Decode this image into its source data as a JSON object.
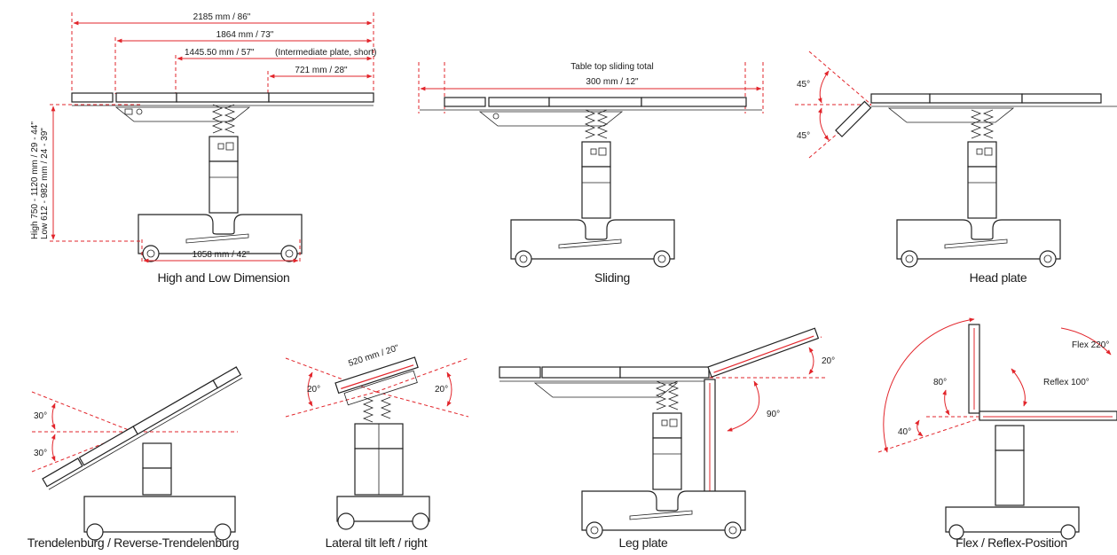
{
  "panels": {
    "high_low": {
      "caption": "High and Low Dimension",
      "dims": [
        "2185 mm / 86\"",
        "1864 mm / 73\"",
        "1445.50 mm / 57\"",
        "(Intermediate plate, short)",
        "721 mm / 28\""
      ],
      "height_high": "High 750 - 1120 mm / 29 - 44\"",
      "height_low": "Low 612 - 982 mm / 24 - 39\"",
      "base_width": "1058 mm / 42\""
    },
    "sliding": {
      "caption": "Sliding",
      "label_line1": "Table top sliding total",
      "label_line2": "300 mm / 12\""
    },
    "head_plate": {
      "caption": "Head plate",
      "angle_up": "45°",
      "angle_down": "45°"
    },
    "trendelenburg": {
      "caption": "Trendelenburg / Reverse-Trendelenburg",
      "angle_up": "30°",
      "angle_down": "30°"
    },
    "lateral": {
      "caption": "Lateral tilt left / right",
      "width": "520 mm / 20\"",
      "angle_left": "20°",
      "angle_right": "20°"
    },
    "leg_plate": {
      "caption": "Leg plate",
      "angle_up": "20°",
      "angle_down": "90°"
    },
    "flex": {
      "caption": "Flex / Reflex-Position",
      "flex": "Flex 220°",
      "reflex": "Reflex 100°",
      "angle_80": "80°",
      "angle_40": "40°"
    }
  },
  "colors": {
    "accent": "#e2252b",
    "line": "#222222"
  }
}
